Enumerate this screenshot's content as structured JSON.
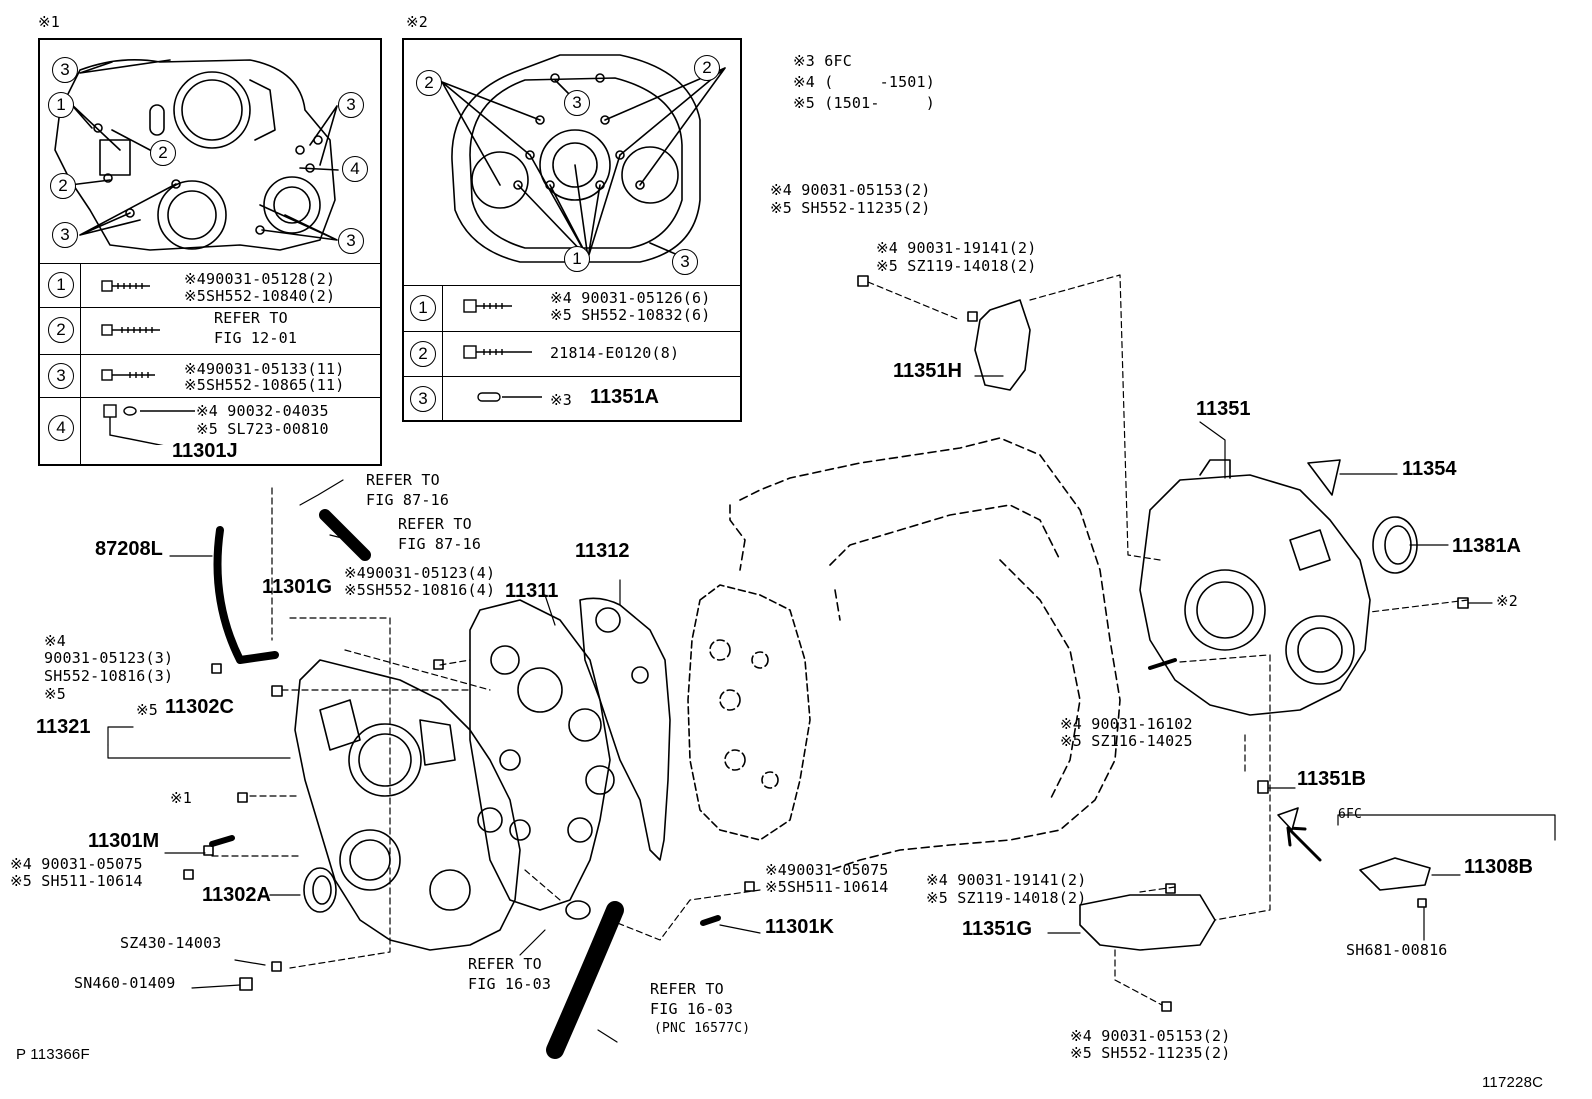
{
  "inset1": {
    "marker": "※1",
    "rows": [
      {
        "num": "1",
        "line1": "※490031-05128(2)",
        "line2": "※5SH552-10840(2)"
      },
      {
        "num": "2",
        "line1": "REFER TO",
        "line2": "FIG 12-01"
      },
      {
        "num": "3",
        "line1": "※490031-05133(11)",
        "line2": "※5SH552-10865(11)"
      },
      {
        "num": "4",
        "line1": "※4 90032-04035",
        "line2": "※5 SL723-00810",
        "part": "11301J"
      }
    ]
  },
  "inset2": {
    "marker": "※2",
    "rows": [
      {
        "num": "1",
        "line1": "※4 90031-05126(6)",
        "line2": "※5 SH552-10832(6)"
      },
      {
        "num": "2",
        "line1": "21814-E0120(8)"
      },
      {
        "num": "3",
        "line1": "※3",
        "part": "11351A"
      }
    ]
  },
  "notes": {
    "n3": "※3 6FC",
    "n4": "※4 (     -1501)",
    "n5": "※5 (1501-     )"
  },
  "labels": {
    "b1l1": "※4 90031-05153(2)",
    "b1l2": "※5 SH552-11235(2)",
    "b2l1": "※4 90031-19141(2)",
    "b2l2": "※5 SZ119-14018(2)",
    "p11351H": "11351H",
    "p11351": "11351",
    "p11354": "11354",
    "p11381A": "11381A",
    "s2": "※2",
    "p11312": "11312",
    "p11311": "11311",
    "ref1a": "REFER TO",
    "ref1b": "FIG 87-16",
    "ref2a": "REFER TO",
    "ref2b": "FIG 87-16",
    "p87208L": "87208L",
    "p11301G": "11301G",
    "b3l1": "※490031-05123(4)",
    "b3l2": "※5SH552-10816(4)",
    "b4a": "※4",
    "b4b": "90031-05123(3)",
    "b4c": "SH552-10816(3)",
    "b4d": "※5",
    "s5a": "※5",
    "p11302C": "11302C",
    "p11321": "11321",
    "s1": "※1",
    "p11301M": "11301M",
    "b5l1": "※4 90031-05075",
    "b5l2": "※5 SH511-10614",
    "p11302A": "11302A",
    "pSZ430": "SZ430-14003",
    "pSN460": "SN460-01409",
    "ref3a": "REFER TO",
    "ref3b": "FIG 16-03",
    "ref4a": "REFER TO",
    "ref4b": "FIG 16-03",
    "ref4c": "(PNC 16577C)",
    "b6l1": "※490031-05075",
    "b6l2": "※5SH511-10614",
    "p11301K": "11301K",
    "b7l1": "※4 90031-16102",
    "b7l2": "※5 SZ116-14025",
    "p11351B": "11351B",
    "fc": "6FC",
    "p11308B": "11308B",
    "pSH681": "SH681-00816",
    "b8l1": "※4 90031-19141(2)",
    "b8l2": "※5 SZ119-14018(2)",
    "p11351G": "11351G",
    "b9l1": "※4 90031-05153(2)",
    "b9l2": "※5 SH552-11235(2)",
    "footL": "P 113366F",
    "footR": "117228C"
  }
}
